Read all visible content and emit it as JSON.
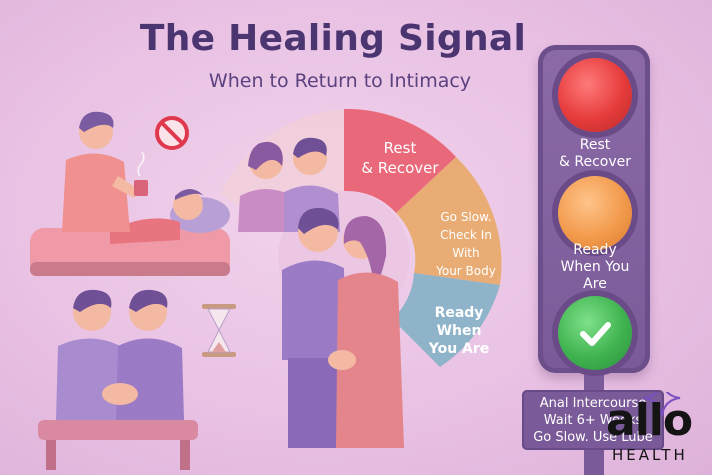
{
  "header": {
    "title": "The Healing Signal",
    "subtitle": "When to Return to Intimacy"
  },
  "wheel": {
    "segments": [
      {
        "line1": "Rest",
        "line2": "& Recover",
        "color": "#e9697a"
      },
      {
        "line1": "Go Slow.",
        "line2": "Check In",
        "line3": "With",
        "line4": "Your Body",
        "color": "#e8ac74"
      },
      {
        "line1": "Ready",
        "line2": "When",
        "line3": "You Are",
        "color": "#8fb3c9"
      }
    ]
  },
  "traffic_light": {
    "red_label_1": "Rest",
    "red_label_2": "& Recover",
    "amber_label_1": "Ready",
    "amber_label_2": "When You",
    "amber_label_3": "Are"
  },
  "sign": {
    "line1": "Anal Intercourse",
    "line2": "Wait 6+ Weeks",
    "line3": "Go Slow. Use Lube"
  },
  "logo": {
    "word": "allo",
    "sub": "HEALTH"
  },
  "colors": {
    "background": "#ecc6e6",
    "title": "#4a3570",
    "traffic_body": "#7a5a98",
    "red": "#e63b3b",
    "amber": "#f29a4c",
    "green": "#3fb34f"
  },
  "icons": [
    "no-entry-icon",
    "hourglass-icon",
    "checkmark-icon",
    "sparkle-icon",
    "coffee-mug-icon"
  ]
}
